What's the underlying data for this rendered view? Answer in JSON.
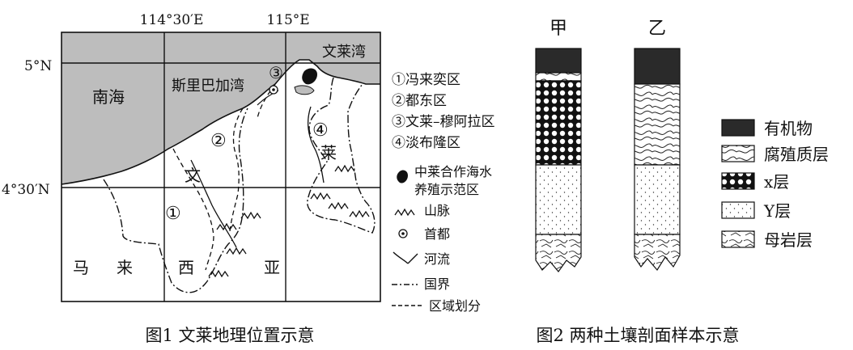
{
  "map": {
    "coords": {
      "lon1": "114°30′E",
      "lon2": "115°E",
      "lat1": "5°N",
      "lat2": "4°30′N"
    },
    "places": {
      "sea": "南海",
      "bay_east": "文莱湾",
      "bay_west": "斯里巴加湾",
      "country_wen": "文",
      "country_lai": "莱",
      "ma": "马",
      "lai2": "来",
      "xi": "西",
      "ya": "亚",
      "d1": "①",
      "d2": "②",
      "d3": "③",
      "d4": "④"
    },
    "districts": [
      {
        "label": "①冯来奕区"
      },
      {
        "label": "②都东区"
      },
      {
        "label": "③文莱–穆阿拉区"
      },
      {
        "label": "④淡布隆区"
      }
    ],
    "legend": {
      "fishery_line1": "中莱合作海水",
      "fishery_line2": "养殖示范区",
      "mountain": "山脉",
      "capital": "首都",
      "river": "河流",
      "border": "国界",
      "division": "区域划分"
    },
    "caption": "图1  文莱地理位置示意"
  },
  "soil": {
    "col_a": "甲",
    "col_b": "乙",
    "legend": {
      "organic": "有机物",
      "humus": "腐殖质层",
      "x": "x层",
      "y": "Y层",
      "bedrock": "母岩层"
    },
    "caption": "图2  两种土壤剖面样本示意"
  },
  "colors": {
    "sea": "#bdbdbd",
    "organic": "#2a2a2a",
    "line": "#111111"
  }
}
